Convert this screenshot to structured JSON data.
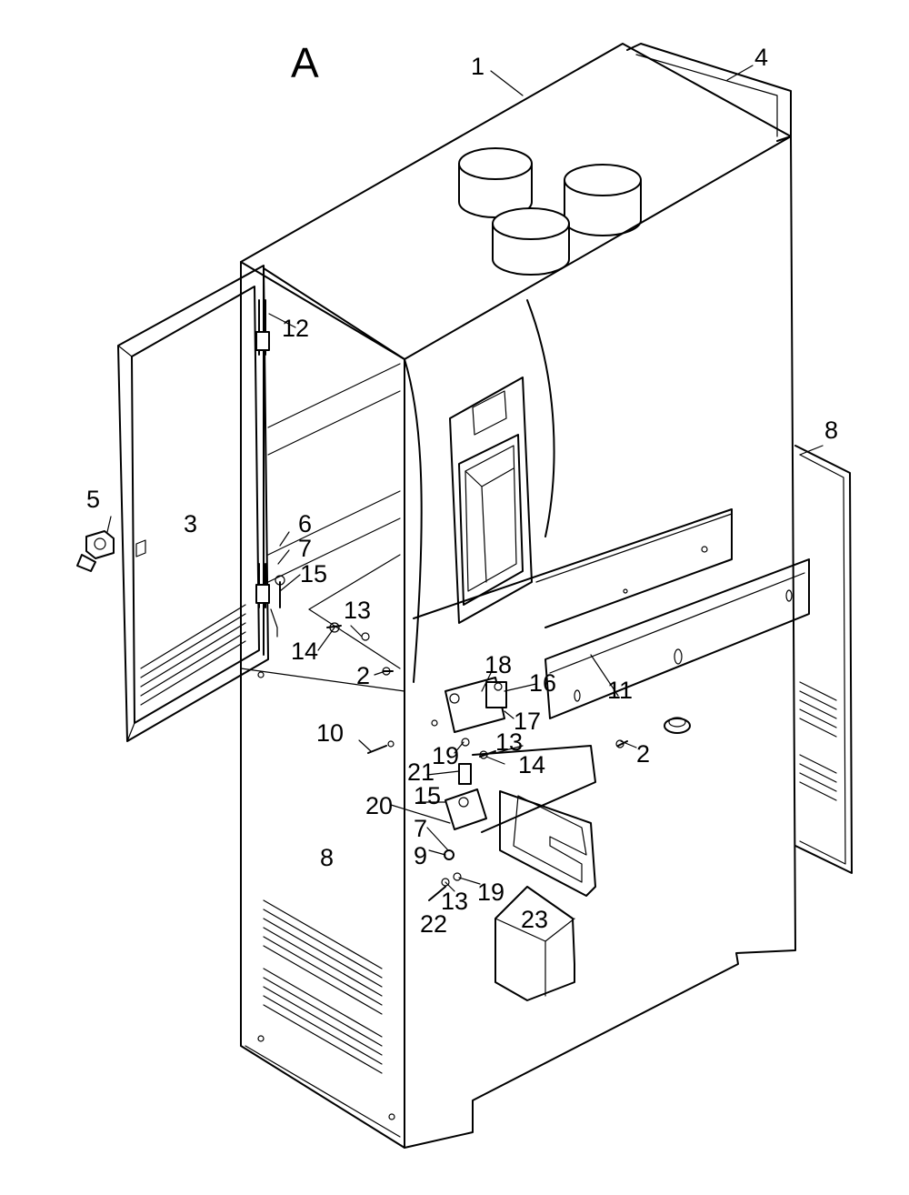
{
  "view_letter": "A",
  "callouts": [
    "1",
    "2",
    "3",
    "4",
    "5",
    "6",
    "7",
    "8",
    "9",
    "10",
    "11",
    "12",
    "13",
    "14",
    "15",
    "16",
    "17",
    "18",
    "19",
    "20",
    "21",
    "22",
    "23"
  ]
}
